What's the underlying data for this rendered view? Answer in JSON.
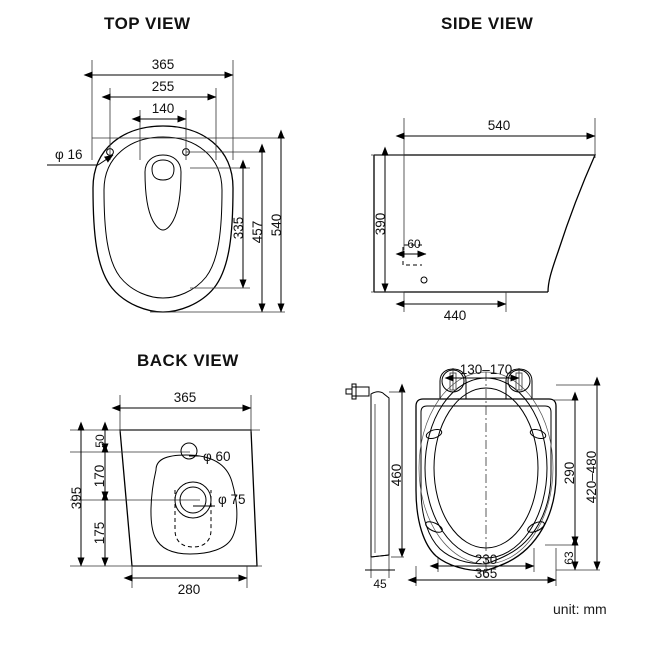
{
  "sheet": {
    "unit_note": "unit: mm",
    "line_color": "#000000",
    "text_color": "#111111",
    "background": "#ffffff"
  },
  "views": {
    "top": {
      "title": "TOP VIEW",
      "dimensions": {
        "width_overall": "365",
        "width_bolt_outer": "255",
        "width_bolt_inner": "140",
        "hole_dia": "φ 16",
        "depth_overall": "540",
        "depth_mid": "457",
        "depth_inner": "335"
      }
    },
    "side": {
      "title": "SIDE VIEW",
      "dimensions": {
        "length_overall": "540",
        "height": "390",
        "inlet_offset": "60",
        "length_base": "440"
      }
    },
    "back": {
      "title": "BACK VIEW",
      "dimensions": {
        "width_top": "365",
        "height_overall": "395",
        "top_gap": "50",
        "mid_gap": "170",
        "lower_gap": "175",
        "width_bottom": "280",
        "water_inlet_dia": "φ 60",
        "outlet_dia": "φ 75"
      }
    },
    "seat": {
      "title": "",
      "dimensions": {
        "hinge_spacing": "130–170",
        "seat_length_side": "460",
        "seat_thickness": "45",
        "opening_width": "230",
        "seat_width": "365",
        "opening_length": "290",
        "range_length": "420–480",
        "rear_offset": "63"
      }
    }
  }
}
